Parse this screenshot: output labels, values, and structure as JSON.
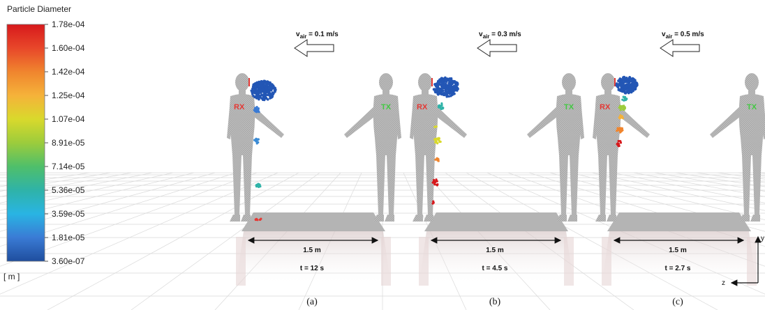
{
  "legend": {
    "title": "Particle Diameter",
    "unit": "[ m ]",
    "ticks": [
      "1.78e-04",
      "1.60e-04",
      "1.42e-04",
      "1.25e-04",
      "1.07e-04",
      "8.91e-05",
      "7.14e-05",
      "5.36e-05",
      "3.59e-05",
      "1.81e-05",
      "3.60e-07"
    ],
    "colors_top_to_bottom": [
      "#d7191c",
      "#e8472a",
      "#f0852e",
      "#f5b23a",
      "#d9d92c",
      "#9ccc3c",
      "#4fbf6a",
      "#2fb3a8",
      "#29b4e3",
      "#3a7bd5",
      "#1f4e9e"
    ]
  },
  "panels": [
    {
      "id": "a",
      "air_main": "v",
      "air_sub": "air",
      "air_rest": " = 0.1 m/s",
      "distance": "1.5 m",
      "time": "t = 12 s",
      "caption": "(a)",
      "rx_label": "RX",
      "tx_label": "TX",
      "rx_color": "#e53935",
      "tx_color": "#43c943"
    },
    {
      "id": "b",
      "air_main": "v",
      "air_sub": "air",
      "air_rest": " = 0.3 m/s",
      "distance": "1.5 m",
      "time": "t = 4.5 s",
      "caption": "(b)",
      "rx_label": "RX",
      "tx_label": "TX",
      "rx_color": "#e53935",
      "tx_color": "#43c943"
    },
    {
      "id": "c",
      "air_main": "v",
      "air_sub": "air",
      "air_rest": " = 0.5 m/s",
      "distance": "1.5 m",
      "time": "t = 2.7 s",
      "caption": "(c)",
      "rx_label": "RX",
      "tx_label": "TX",
      "rx_color": "#e53935",
      "tx_color": "#43c943"
    }
  ],
  "axes": {
    "y": "y",
    "z": "z"
  }
}
